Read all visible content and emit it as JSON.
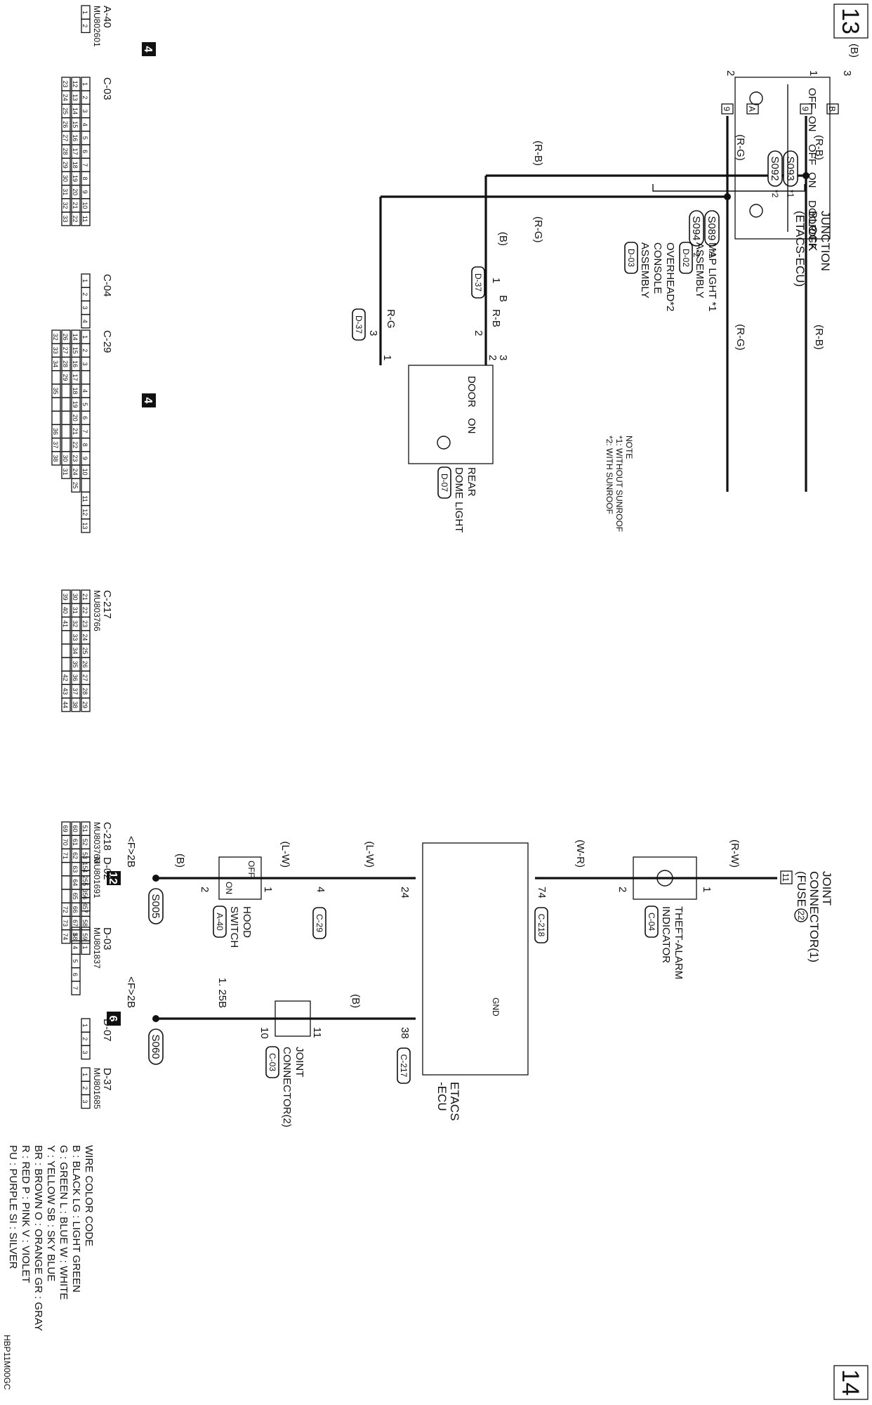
{
  "pages": {
    "left": "13",
    "right": "14"
  },
  "doc_code": "HBP11M00GC",
  "note": {
    "title": "NOTE",
    "lines": [
      "*1: WITHOUT SUNROOF",
      "*2: WITH SUNROOF"
    ]
  },
  "components": {
    "junction_block": {
      "name": "JUNCTION BLOCK (ETACS-ECU)",
      "line1": "JUNCTION",
      "line2": "BLOCK",
      "line3": "(ETACS-ECU)",
      "pin_rb": "9",
      "pin_rg": "9",
      "term_rb": "B",
      "term_rg": "A"
    },
    "map_light": {
      "line1": "MAP LIGHT *1",
      "line2": "ASSEMBLY",
      "conn1": "D-02",
      "line3": "OVERHEAD*2",
      "line4": "CONSOLE",
      "line5": "ASSEMBLY",
      "conn2": "D-03",
      "sw_off": "OFF",
      "sw_on": "ON",
      "sw_door": "DOOR"
    },
    "rear_dome_light": {
      "line1": "REAR",
      "line2": "DOME LIGHT",
      "conn": "D-07",
      "sw_door": "DOOR",
      "sw_on": "ON"
    },
    "joint_connector_1": {
      "line1": "JOINT",
      "line2": "CONNECTOR(1)",
      "line3": "(FUSE",
      "fuse": "22",
      "pin": "11"
    },
    "theft_alarm": {
      "line1": "THEFT-ALARM",
      "line2": "INDICATOR",
      "conn": "C-04"
    },
    "etacs_ecu": {
      "line1": "ETACS",
      "line2": "-ECU",
      "gnd": "GND"
    },
    "hood_switch": {
      "line1": "HOOD",
      "line2": "SWITCH",
      "conn": "A-40",
      "off": "OFF",
      "on": "ON"
    },
    "joint_connector_2": {
      "line1": "JOINT",
      "line2": "CONNECTOR(2)",
      "conn": "C-03"
    }
  },
  "wires": {
    "rb": "(R-B)",
    "rg": "(R-G)",
    "b": "(B)",
    "rw": "(R-W)",
    "wr": "(W-R)",
    "lw": "(L-W)",
    "rb_plain": "R-B",
    "rg_plain": "R-G",
    "b_plain": "B",
    "b125": "1. 25B"
  },
  "splices": {
    "s093": "S093",
    "s092": "S092",
    "s089": "S089",
    "s094": "S094",
    "s005": "S005",
    "s060": "S060",
    "star1": "*1",
    "star2": "*2"
  },
  "pins": {
    "map_1": "1",
    "map_2": "2",
    "map_3": "3",
    "rd_1": "1",
    "rd_2": "2",
    "rd_3": "3",
    "d37_1": "1",
    "d37_2": "2",
    "d37_3": "3",
    "ta_1": "1",
    "ta_2": "2",
    "ecu_74": "74",
    "ecu_24": "24",
    "ecu_38": "38",
    "c29_4": "4",
    "hood_1": "1",
    "hood_2": "2",
    "jc2_11": "11",
    "jc2_10": "10"
  },
  "conn_labels": {
    "d37": "D-37",
    "c218": "C-218",
    "c29": "C-29",
    "c217": "C-217"
  },
  "grounds": {
    "g4": "4",
    "g12": "12",
    "g6": "6",
    "f2b": "<F>2B"
  },
  "connector_views": [
    {
      "id": "A-40",
      "part": "MU802601",
      "rows": [
        [
          "1",
          "2"
        ]
      ]
    },
    {
      "id": "C-03",
      "part": "",
      "rows": [
        [
          "1",
          "2",
          "3",
          "4",
          "5",
          "6",
          "7",
          "8",
          "9",
          "10",
          "11"
        ],
        [
          "12",
          "13",
          "14",
          "15",
          "16",
          "17",
          "18",
          "19",
          "20",
          "21",
          "22"
        ],
        [
          "23",
          "24",
          "25",
          "26",
          "27",
          "28",
          "29",
          "30",
          "31",
          "32",
          "33"
        ]
      ]
    },
    {
      "id": "C-04",
      "part": "",
      "rows": [
        [
          "1",
          "2",
          "3",
          "4"
        ]
      ]
    },
    {
      "id": "C-29",
      "part": "",
      "rows": [
        [
          "1",
          "2",
          "3",
          "",
          "4",
          "5",
          "6",
          "7",
          "8",
          "9",
          "10",
          "",
          "11",
          "12",
          "13"
        ],
        [
          "14",
          "15",
          "16",
          "17",
          "18",
          "19",
          "20",
          "21",
          "22",
          "23",
          "24",
          "25"
        ],
        [
          "26",
          "27",
          "28",
          "29",
          "",
          "",
          "",
          "",
          "",
          "30",
          "31"
        ],
        [
          "32",
          "33",
          "34",
          "",
          "35",
          "",
          "",
          "36",
          "37",
          "38"
        ]
      ]
    },
    {
      "id": "C-217",
      "part": "MU803766",
      "rows": [
        [
          "21",
          "22",
          "23",
          "24",
          "25",
          "26",
          "27",
          "28",
          "29"
        ],
        [
          "30",
          "31",
          "32",
          "33",
          "34",
          "35",
          "36",
          "37",
          "38"
        ],
        [
          "39",
          "40",
          "41",
          "",
          "",
          "",
          "42",
          "43",
          "44"
        ]
      ]
    },
    {
      "id": "C-218",
      "part": "MU803766",
      "rows": [
        [
          "51",
          "52",
          "53",
          "54",
          "55",
          "56",
          "57",
          "58",
          "59"
        ],
        [
          "60",
          "61",
          "62",
          "63",
          "64",
          "65",
          "66",
          "67",
          "68"
        ],
        [
          "69",
          "70",
          "71",
          "",
          "",
          "",
          "72",
          "73",
          "74"
        ]
      ]
    },
    {
      "id": "D-02",
      "part": "MU801691",
      "rows": [
        [
          "1",
          "2",
          "3",
          "4"
        ]
      ]
    },
    {
      "id": "D-03",
      "part": "MU801837",
      "rows": [
        [
          "",
          "1"
        ],
        [
          "3",
          "4",
          "5",
          "6",
          "7"
        ]
      ]
    },
    {
      "id": "D-07",
      "part": "",
      "rows": [
        [
          "1",
          "2",
          "3"
        ]
      ]
    },
    {
      "id": "D-37",
      "part": "MU801685",
      "rows": [
        [
          "1",
          "2",
          "3"
        ]
      ]
    }
  ],
  "wire_color_code": {
    "title": "WIRE COLOR CODE",
    "lines": [
      "B : BLACK    LG : LIGHT GREEN",
      "G : GREEN    L : BLUE    W : WHITE",
      "Y : YELLOW    SB : SKY BLUE",
      "BR : BROWN    O : ORANGE    GR : GRAY",
      "R : RED    P : PINK    V : VIOLET",
      "PU : PURPLE    SI : SILVER"
    ]
  }
}
